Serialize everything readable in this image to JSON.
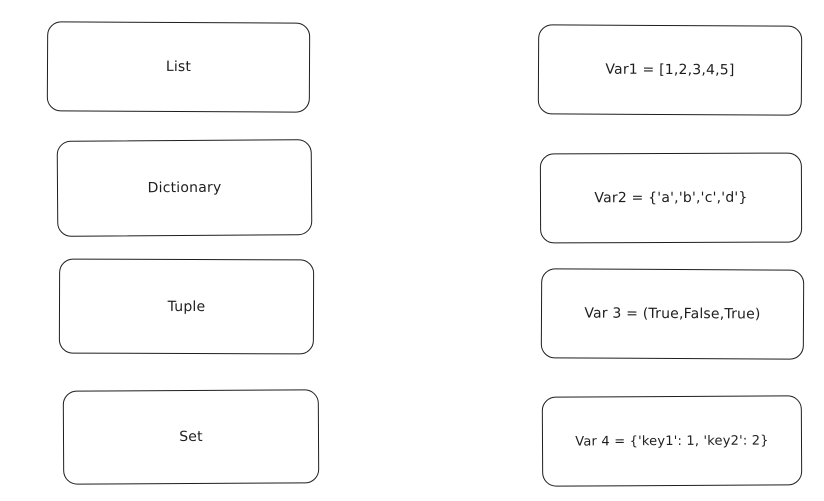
{
  "diagram": {
    "types": [
      {
        "label": "List"
      },
      {
        "label": "Dictionary"
      },
      {
        "label": "Tuple"
      },
      {
        "label": "Set"
      }
    ],
    "examples": [
      {
        "label": "Var1 = [1,2,3,4,5]"
      },
      {
        "label": "Var2 = {'a','b','c','d'}"
      },
      {
        "label": "Var 3 = (True,False,True)"
      },
      {
        "label": "Var 4 = {'key1': 1, 'key2': 2}"
      }
    ]
  }
}
